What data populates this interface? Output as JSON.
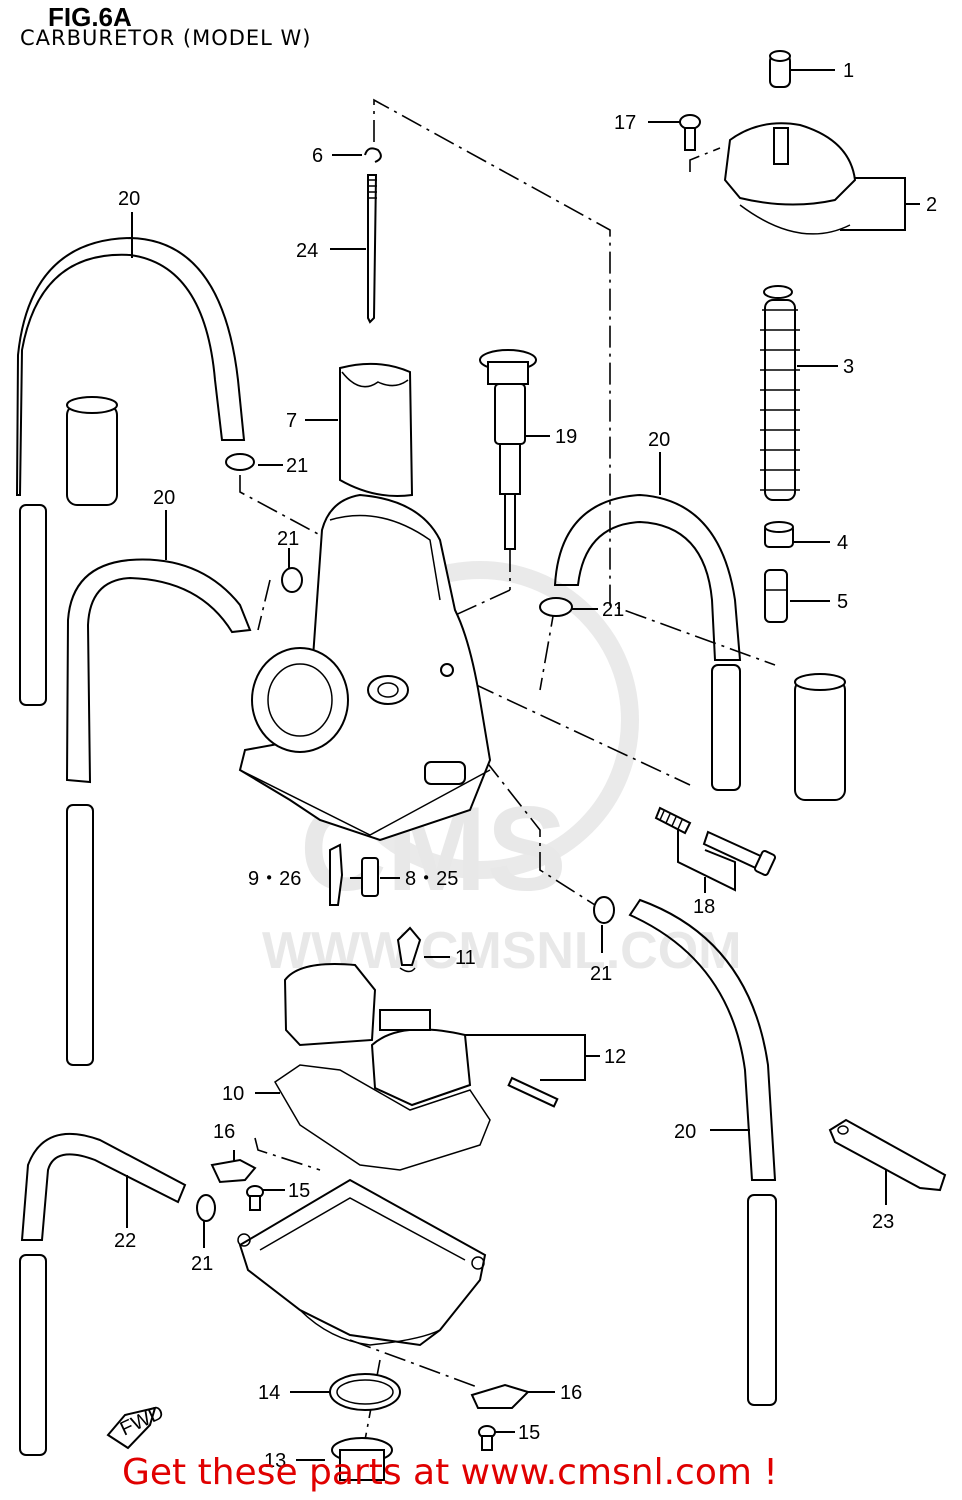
{
  "figure": {
    "title": "FIG.6A",
    "subtitle": "CARBURETOR (MODEL W)"
  },
  "watermark": {
    "brand": "CMS",
    "url": "WWW.CMSNL.COM"
  },
  "footer": {
    "text": "Get these parts at www.cmsnl.com !"
  },
  "callouts": {
    "c1": "1",
    "c2": "2",
    "c3": "3",
    "c4": "4",
    "c5": "5",
    "c6": "6",
    "c7": "7",
    "c9_26": "9・26",
    "c8_25": "8・25",
    "c10": "10",
    "c11": "11",
    "c12": "12",
    "c13": "13",
    "c14": "14",
    "c15a": "15",
    "c15b": "15",
    "c16a": "16",
    "c16b": "16",
    "c17": "17",
    "c18": "18",
    "c19": "19",
    "c20a": "20",
    "c20b": "20",
    "c20c": "20",
    "c20d": "20",
    "c21a": "21",
    "c21b": "21",
    "c21c": "21",
    "c21d": "21",
    "c21e": "21",
    "c22": "22",
    "c23": "23",
    "c24": "24",
    "fwd": "FWD"
  }
}
